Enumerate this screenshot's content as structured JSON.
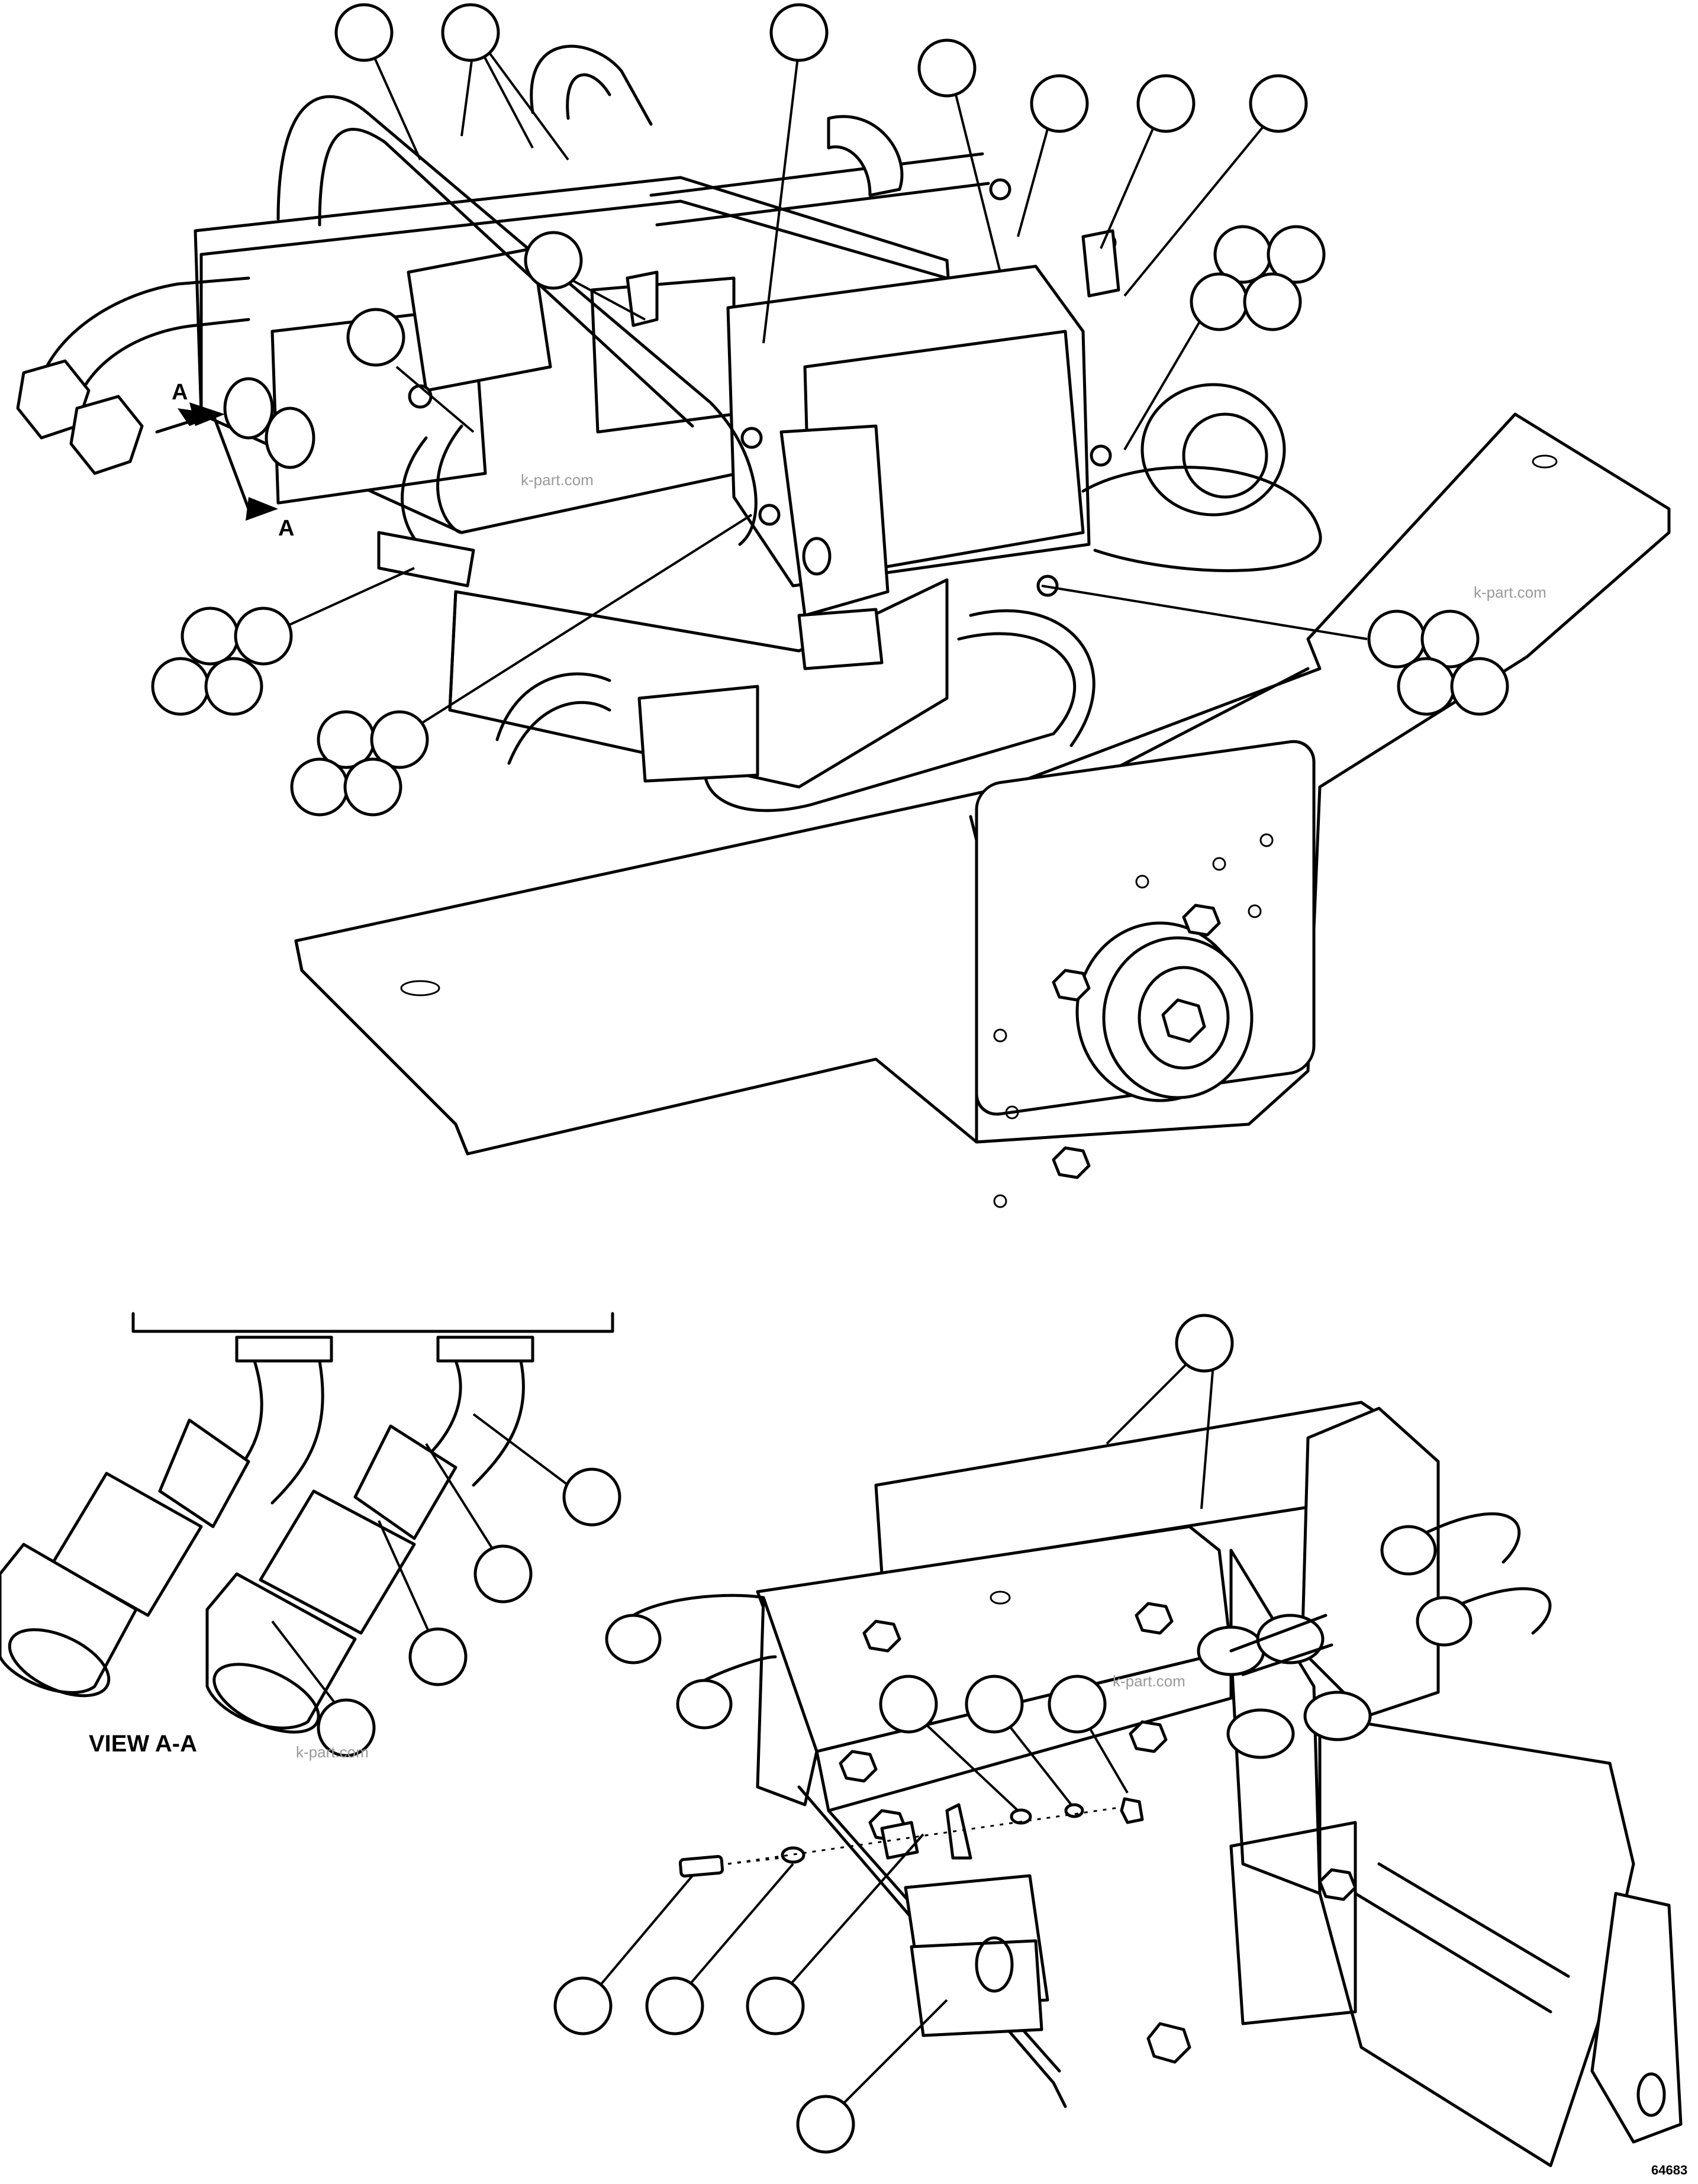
{
  "diagram": {
    "section_marker": "A",
    "view_label": "VIEW A-A",
    "drawing_number": "64683",
    "watermark": "k-part.com"
  }
}
